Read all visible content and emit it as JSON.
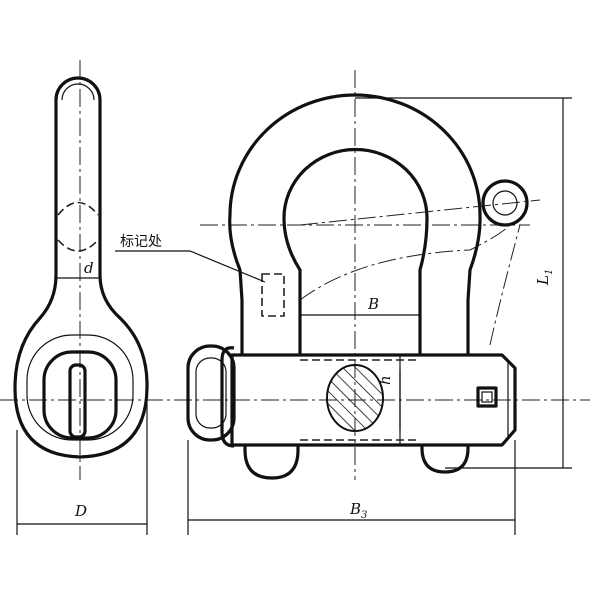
{
  "labels": {
    "marking": "标记处",
    "d": "d",
    "D": "D",
    "B": "B",
    "B3_main": "B",
    "B3_sub": "3",
    "L1_main": "L",
    "L1_sub": "1",
    "h": "h"
  },
  "colors": {
    "line": "#111111",
    "background": "#ffffff"
  }
}
